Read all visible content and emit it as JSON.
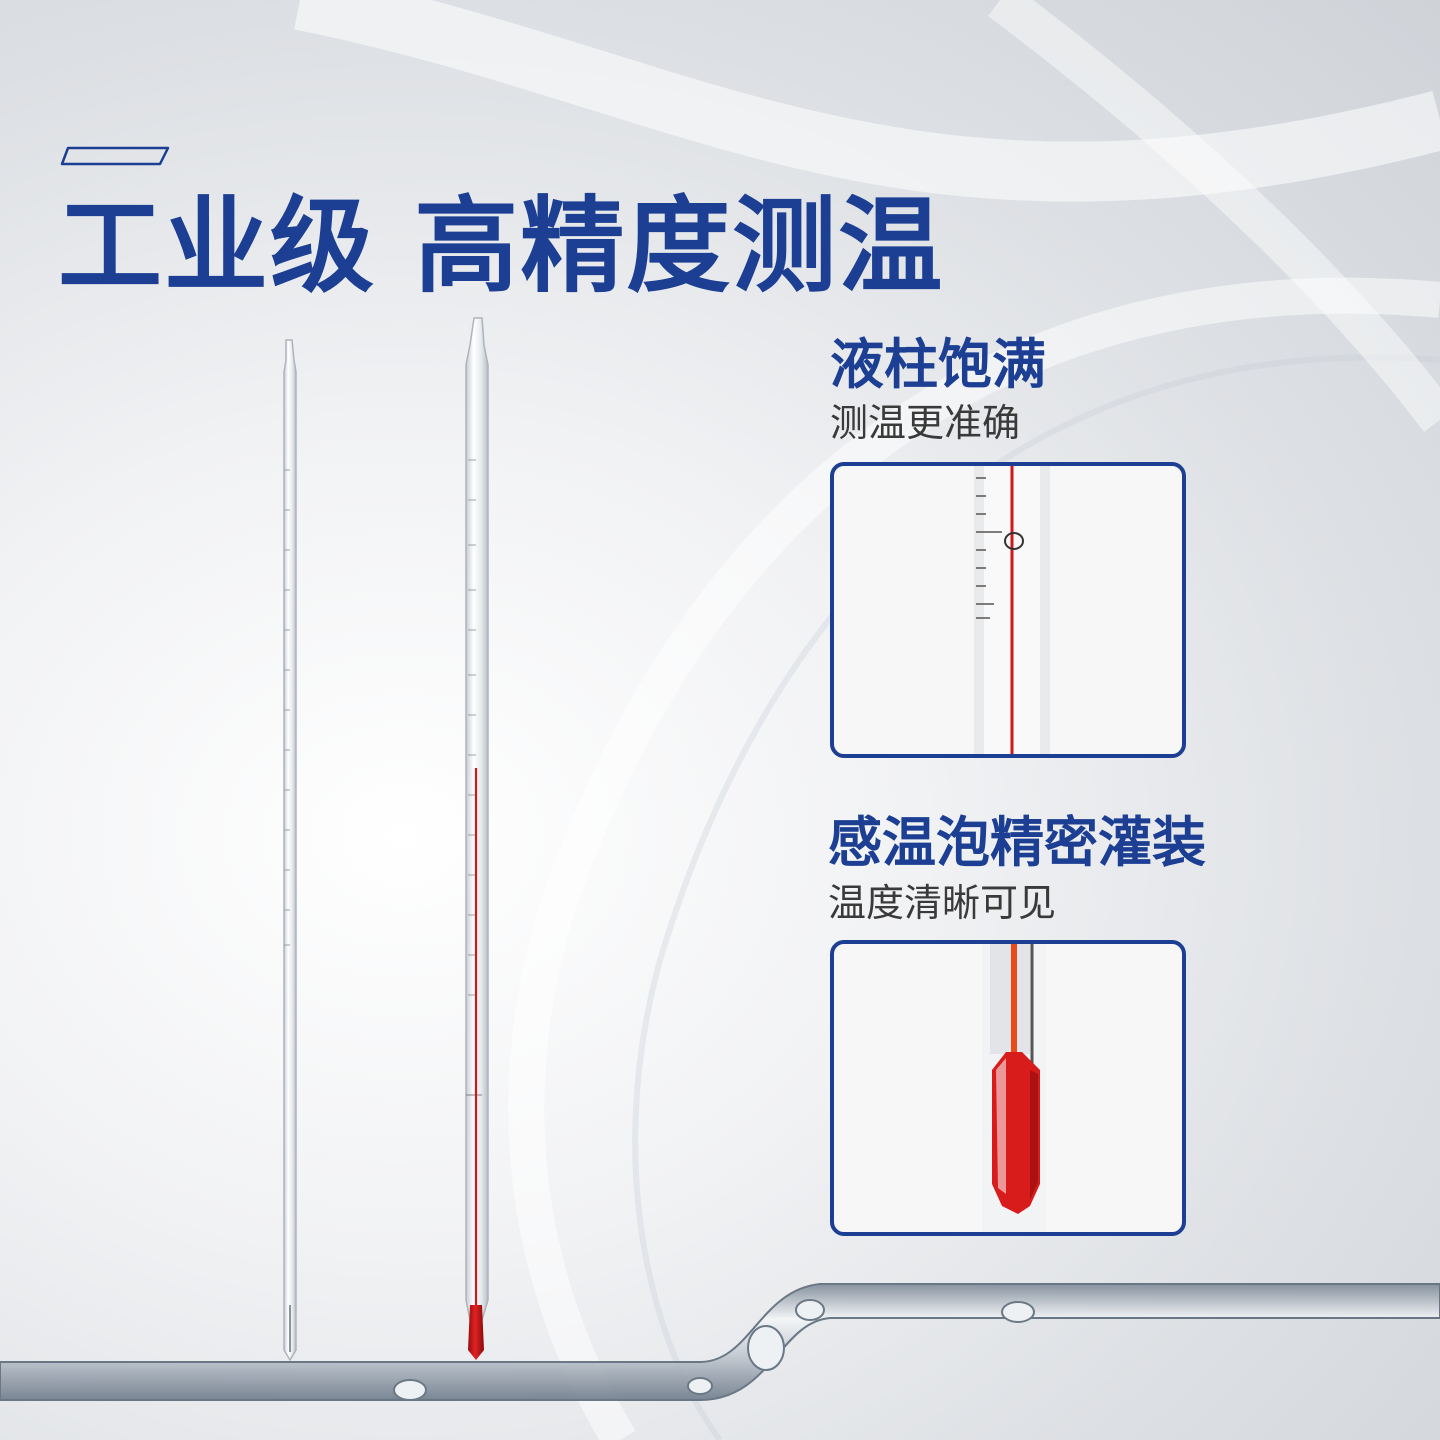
{
  "headline": "工业级 高精度测温",
  "features": [
    {
      "title": "液柱饱满",
      "subtitle": "测温更准确"
    },
    {
      "title": "感温泡精密灌装",
      "subtitle": "温度清晰可见"
    }
  ],
  "colors": {
    "brand_blue": "#1c3f94",
    "liquid_red": "#d01818"
  },
  "icons": [
    "thermometer-clear",
    "thermometer-red",
    "glass-rod-decor"
  ]
}
